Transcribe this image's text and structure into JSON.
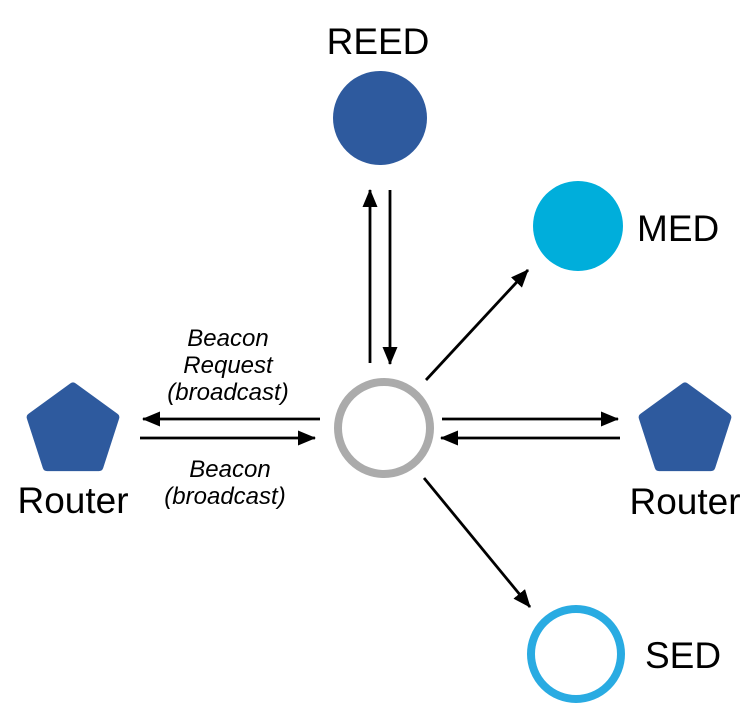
{
  "diagram": {
    "nodes": {
      "reed": {
        "label": "REED",
        "shape": "filled-circle"
      },
      "med": {
        "label": "MED",
        "shape": "filled-circle"
      },
      "sed": {
        "label": "SED",
        "shape": "outlined-circle"
      },
      "router_left": {
        "label": "Router",
        "shape": "pentagon"
      },
      "router_right": {
        "label": "Router",
        "shape": "pentagon"
      },
      "joiner": {
        "label": "",
        "shape": "outlined-circle"
      }
    },
    "annotations": {
      "beacon_request": {
        "line1": "Beacon",
        "line2": "Request",
        "line3": "(broadcast)"
      },
      "beacon": {
        "line1": "Beacon",
        "line2": "(broadcast)"
      }
    },
    "colors": {
      "router_blue": "#2E5A9E",
      "med_cyan": "#00AEDB",
      "sed_cyan": "#29ABE2",
      "joiner_gray": "#ABABAB",
      "arrow_black": "#000000"
    }
  }
}
